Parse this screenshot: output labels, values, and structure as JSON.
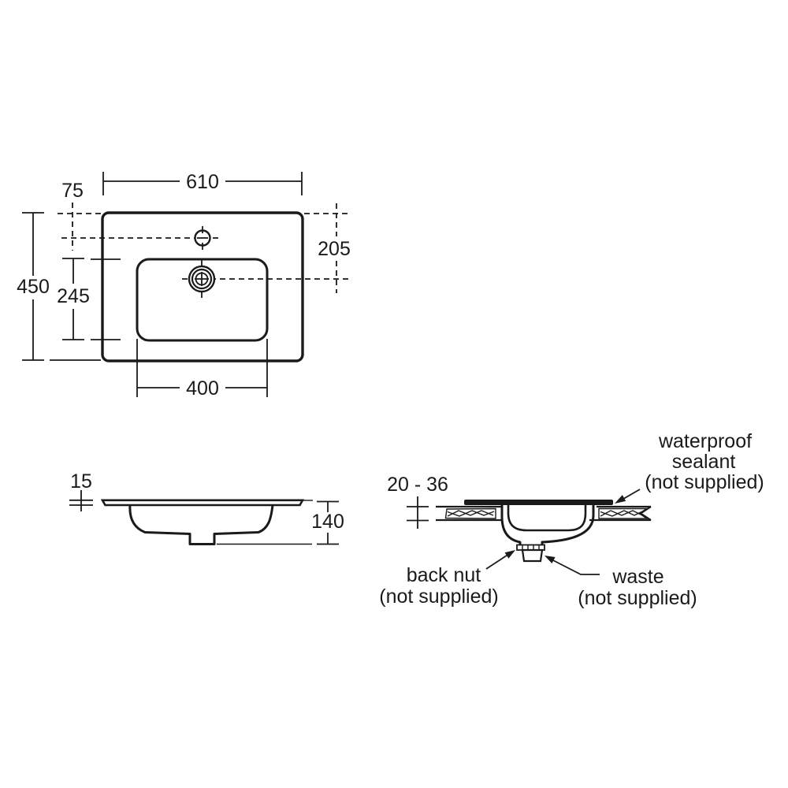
{
  "drawing": {
    "colors": {
      "line": "#1a1a1a",
      "background": "#ffffff"
    },
    "plan": {
      "overall_width": "610",
      "tap_setback": "75",
      "overall_depth": "450",
      "bowl_depth": "245",
      "waste_setback": "205",
      "bowl_width": "400"
    },
    "side": {
      "rim_thickness": "15",
      "bowl_height": "140"
    },
    "section": {
      "worktop_thickness": "20 - 36",
      "sealant_label": [
        "waterproof",
        "sealant",
        "(not supplied)"
      ],
      "backnut_label": [
        "back nut",
        "(not supplied)"
      ],
      "waste_label": [
        "waste",
        "(not supplied)"
      ]
    }
  }
}
